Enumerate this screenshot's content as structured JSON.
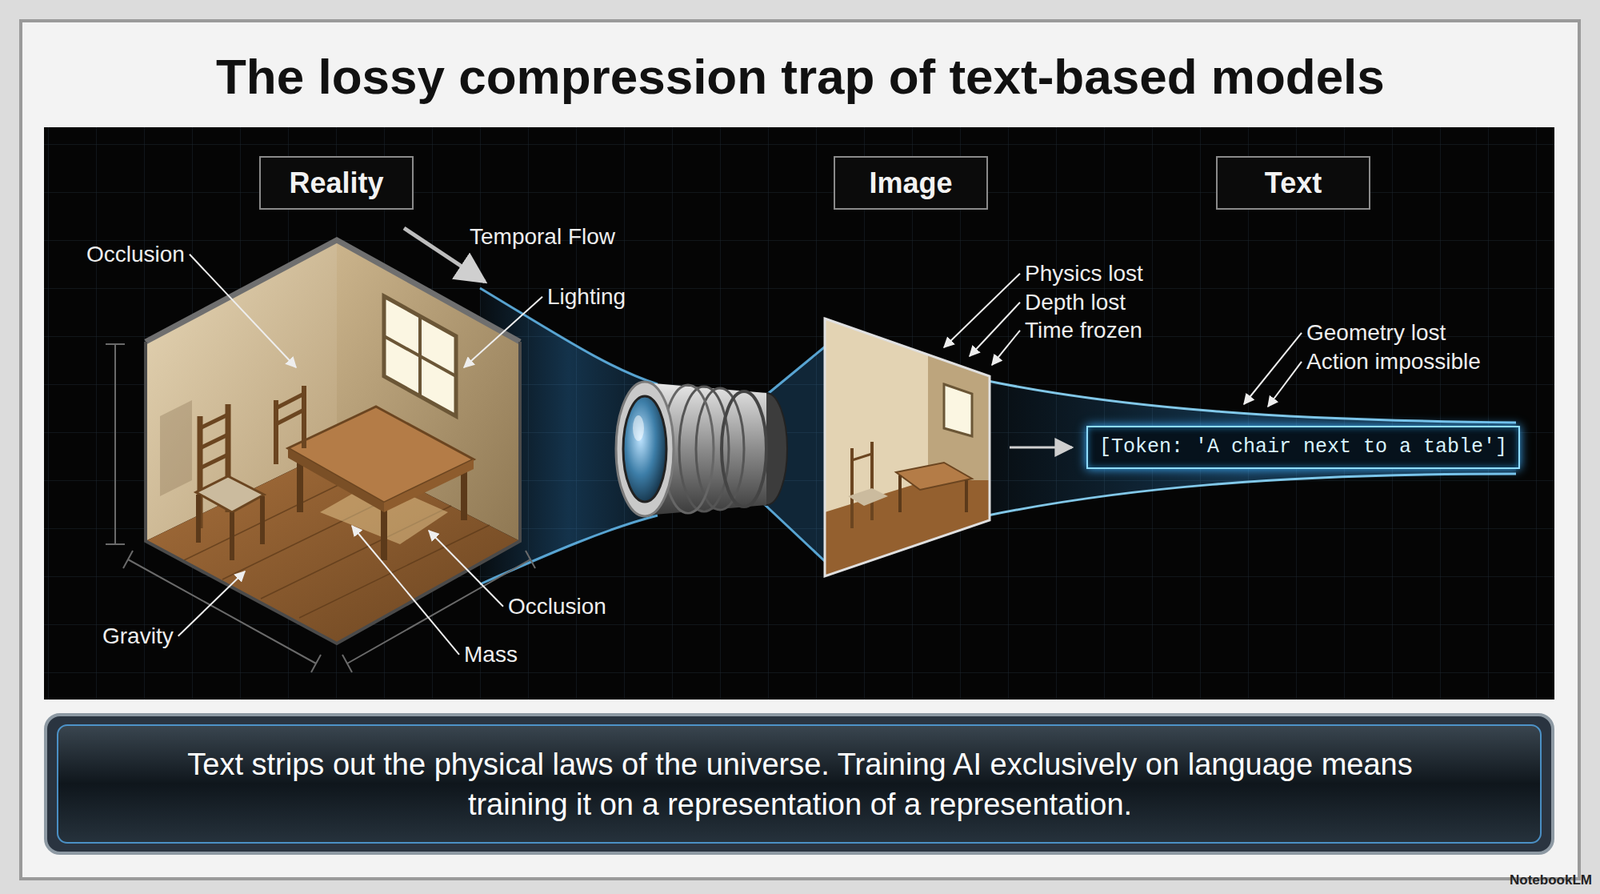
{
  "diagram": {
    "title": "The lossy compression trap of text-based models",
    "caption": "Text strips out the physical laws of the universe. Training AI exclusively on language means training it on a representation of a representation.",
    "nodes": [
      {
        "text": [
          "Reality"
        ]
      },
      {
        "text": [
          "Image"
        ]
      },
      {
        "text": [
          "Text"
        ]
      },
      {
        "text": [
          "[Token: 'A chair next to a table']"
        ]
      }
    ],
    "labels": [
      "Occlusion",
      "Temporal Flow",
      "Lighting",
      "Gravity",
      "Occlusion",
      "Mass",
      "Physics lost",
      "Depth lost",
      "Time frozen",
      "Geometry lost",
      "Action impossible",
      "NotebookLM"
    ]
  }
}
